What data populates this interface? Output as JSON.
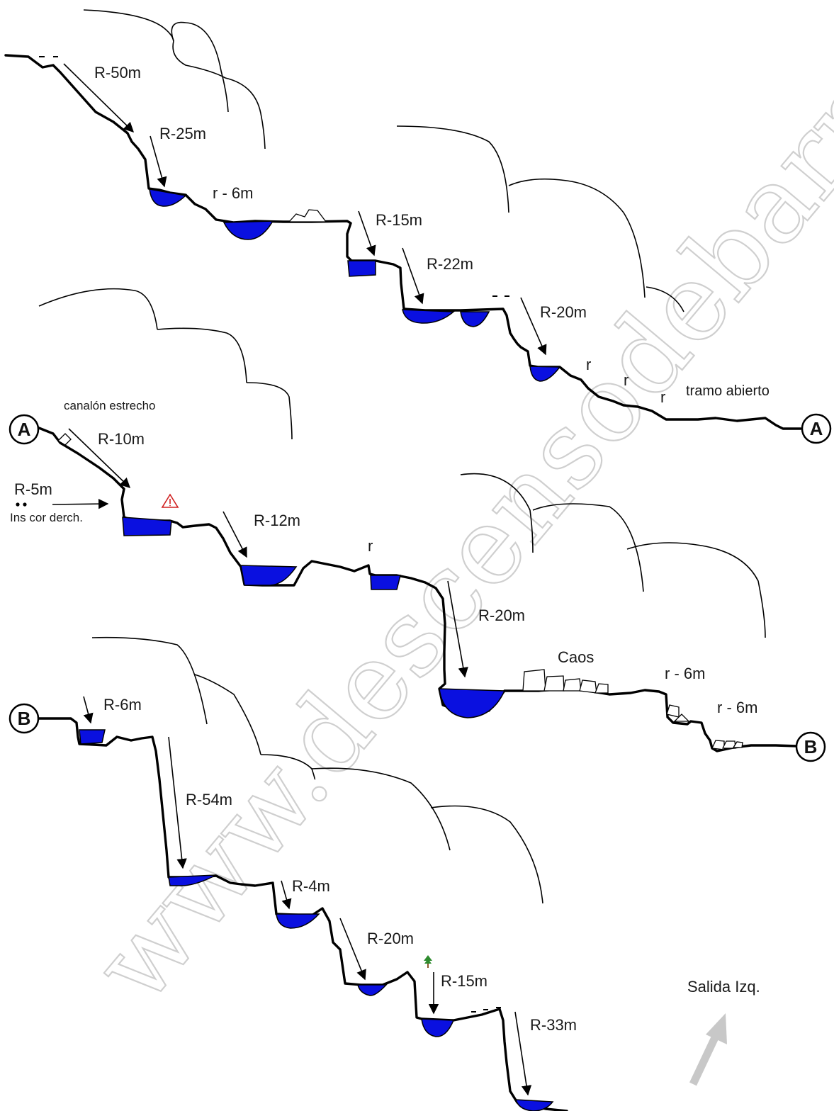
{
  "colors": {
    "water": "#0a10e0",
    "line": "#000000",
    "watermark": "#cfcfcf",
    "warning": "#d02020",
    "exit_arrow": "#c8c8c8",
    "tree": "#2e8b2e"
  },
  "watermark": "www.descensodebarrancos.com",
  "markers": {
    "a": "A",
    "b": "B"
  },
  "labels": {
    "r50": "R-50m",
    "r25": "R-25m",
    "r6a": "r - 6m",
    "r15a": "R-15m",
    "r22": "R-22m",
    "r20a": "R-20m",
    "r_small_1": "r",
    "r_small_2": "r",
    "r_small_3": "r",
    "tramo": "tramo abierto",
    "canalon": "canalón estrecho",
    "r10": "R-10m",
    "r5": "R-5m",
    "ins": "Ins cor derch.",
    "r12": "R-12m",
    "r_small_4": "r",
    "r20b": "R-20m",
    "caos": "Caos",
    "r6b": "r - 6m",
    "r6c": "r - 6m",
    "r6d": "R-6m",
    "r54": "R-54m",
    "r4": "R-4m",
    "r20c": "R-20m",
    "r15b": "R-15m",
    "r33": "R-33m",
    "salida": "Salida Izq."
  },
  "icons": {
    "warning": "warning-triangle-icon",
    "tree": "tree-icon",
    "anchor_dots": "anchor-dots-icon",
    "exit_arrow": "exit-arrow-icon"
  }
}
